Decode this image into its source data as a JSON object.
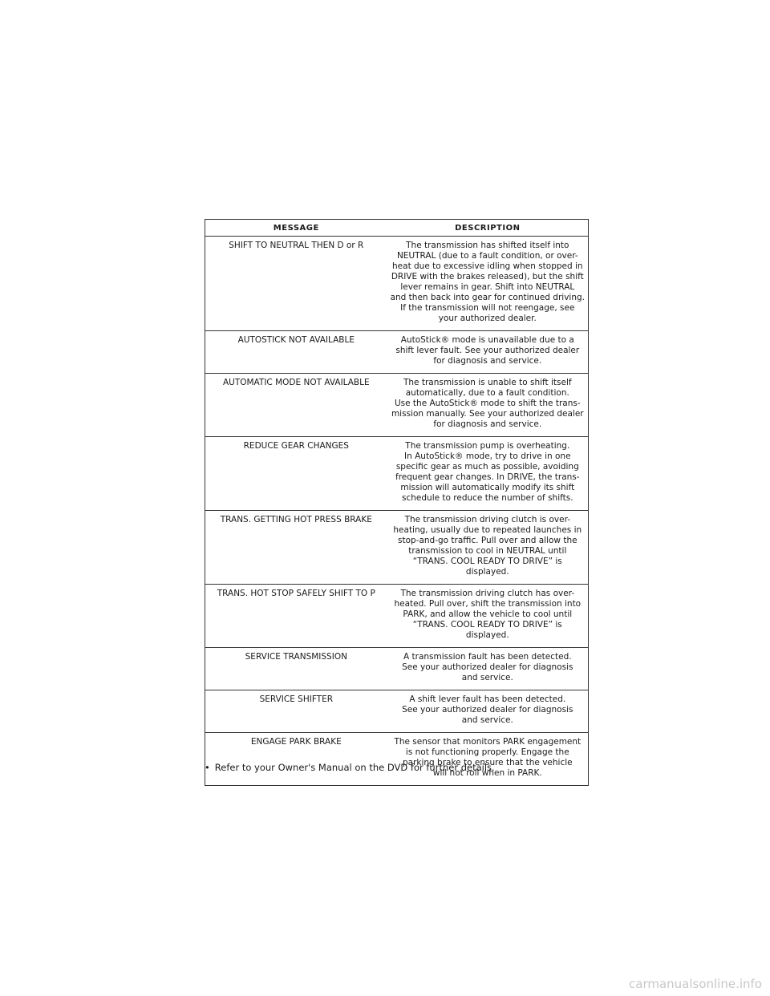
{
  "table": {
    "headers": {
      "message": "MESSAGE",
      "description": "DESCRIPTION"
    },
    "rows": [
      {
        "message": "SHIFT TO NEUTRAL THEN D or R",
        "description": [
          "The transmission has shifted itself into",
          "NEUTRAL (due to a fault condition, or over-",
          "heat due to excessive idling when stopped in",
          "DRIVE with the brakes released), but the shift",
          "lever remains in gear. Shift into NEUTRAL",
          "and then back into gear for continued driving.",
          "If the transmission will not reengage, see",
          "your authorized dealer."
        ]
      },
      {
        "message": "AUTOSTICK NOT AVAILABLE",
        "description": [
          "AutoStick® mode is unavailable due to a",
          "shift lever fault. See your authorized dealer",
          "for diagnosis and service."
        ]
      },
      {
        "message": "AUTOMATIC MODE NOT AVAILABLE",
        "description": [
          "The transmission is unable to shift itself",
          "automatically, due to a fault condition.",
          "Use the AutoStick® mode to shift the trans-",
          "mission manually. See your authorized dealer",
          "for diagnosis and service."
        ]
      },
      {
        "message": "REDUCE GEAR CHANGES",
        "description": [
          "The transmission pump is overheating.",
          "In AutoStick® mode, try to drive in one",
          "specific gear as much as possible, avoiding",
          "frequent gear changes. In DRIVE, the trans-",
          "mission will automatically modify its shift",
          "schedule to reduce the number of shifts."
        ]
      },
      {
        "message": "TRANS. GETTING HOT PRESS BRAKE",
        "description": [
          "The transmission driving clutch is over-",
          "heating, usually due to repeated launches in",
          "stop-and-go traffic. Pull over and allow the",
          "transmission to cool in NEUTRAL until",
          "“TRANS. COOL READY TO DRIVE” is",
          "displayed."
        ]
      },
      {
        "message": "TRANS. HOT STOP SAFELY SHIFT TO P",
        "description": [
          "The transmission driving clutch has over-",
          "heated. Pull over, shift the transmission into",
          "PARK, and allow the vehicle to cool until",
          "“TRANS. COOL READY TO DRIVE” is",
          "displayed."
        ]
      },
      {
        "message": "SERVICE TRANSMISSION",
        "description": [
          "A transmission fault has been detected.",
          "See your authorized dealer for diagnosis",
          "and service."
        ]
      },
      {
        "message": "SERVICE SHIFTER",
        "description": [
          "A shift lever fault has been detected.",
          "See your authorized dealer for diagnosis",
          "and service."
        ]
      },
      {
        "message": "ENGAGE PARK BRAKE",
        "description": [
          "The sensor that monitors PARK engagement",
          "is not functioning properly. Engage the",
          "parking brake to ensure that the vehicle",
          "will not roll when in PARK."
        ]
      }
    ]
  },
  "footnote": {
    "bullet": "•",
    "text": "Refer to your Owner's Manual on the DVD for further details."
  },
  "watermark": "carmanualsonline.info"
}
